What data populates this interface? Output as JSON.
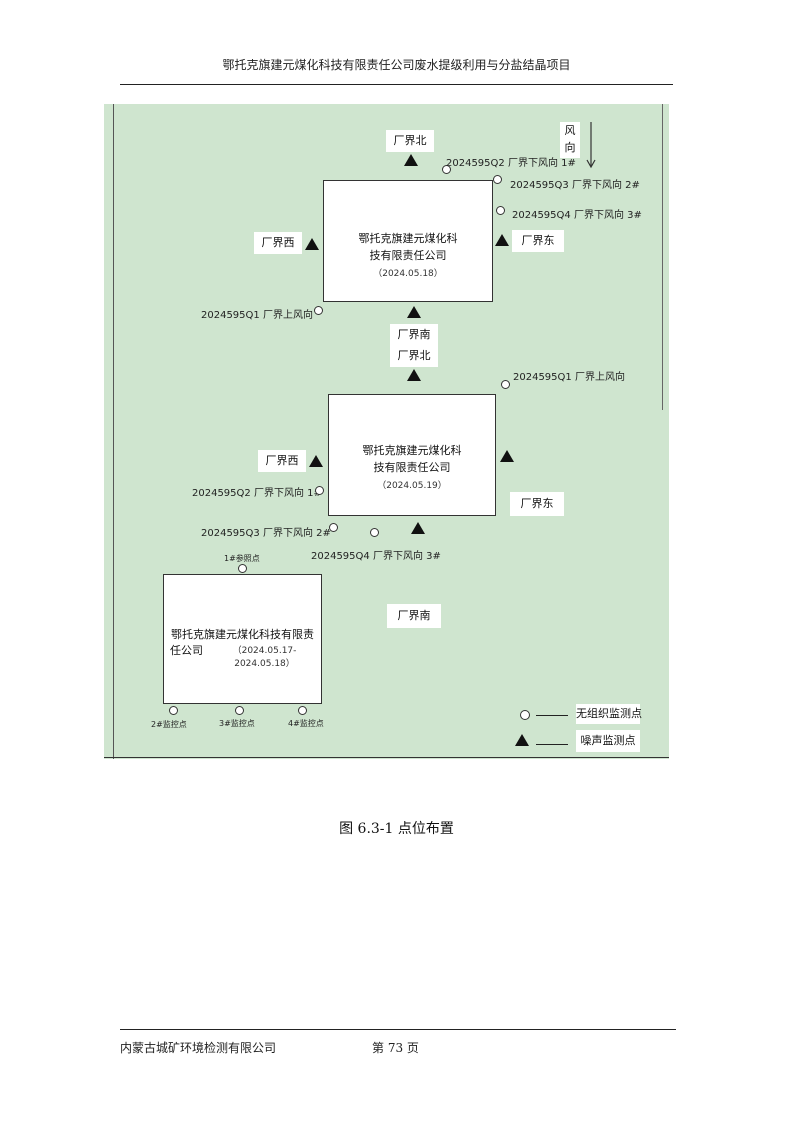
{
  "header": {
    "title": "鄂托克旗建元煤化科技有限责任公司废水提级利用与分盐结晶项目"
  },
  "figure": {
    "wind": {
      "char1": "风",
      "char2": "向"
    },
    "box1": {
      "name_line1": "鄂托克旗建元煤化科",
      "name_line2": "技有限责任公司",
      "date": "（2024.05.18）"
    },
    "box2": {
      "name_line1": "鄂托克旗建元煤化科",
      "name_line2": "技有限责任公司",
      "date": "（2024.05.19）"
    },
    "box3": {
      "name_line1": "鄂托克旗建元煤化科技有限责",
      "name_line2": "任公司",
      "date": "（2024.05.17-2024.05.18）"
    },
    "boundary_labels": {
      "b1_north": "厂界北",
      "b1_west": "厂界西",
      "b1_east": "厂界东",
      "b1_south": "厂界南",
      "b2_north": "厂界北",
      "b2_west": "厂界西",
      "b2_east": "厂界东",
      "b2_south": "厂界南"
    },
    "points": {
      "d1_q2": "2024595Q2 厂界下风向 1#",
      "d1_q3": "2024595Q3 厂界下风向 2#",
      "d1_q4": "2024595Q4 厂界下风向 3#",
      "d1_q1": "2024595Q1 厂界上风向",
      "d2_q1": "2024595Q1 厂界上风向",
      "d2_q2": "2024595Q2 厂界下风向 1#",
      "d2_q3": "2024595Q3 厂界下风向 2#",
      "d2_q4": "2024595Q4 厂界下风向 3#",
      "d3_ref": "1#参照点",
      "d3_m2": "2#监控点",
      "d3_m3": "3#监控点",
      "d3_m4": "4#监控点"
    },
    "legend": {
      "circle": "无组织监测点",
      "triangle": "噪声监测点"
    }
  },
  "caption": "图 6.3-1 点位布置",
  "footer": {
    "company": "内蒙古城矿环境检测有限公司",
    "page": "第 73 页"
  }
}
